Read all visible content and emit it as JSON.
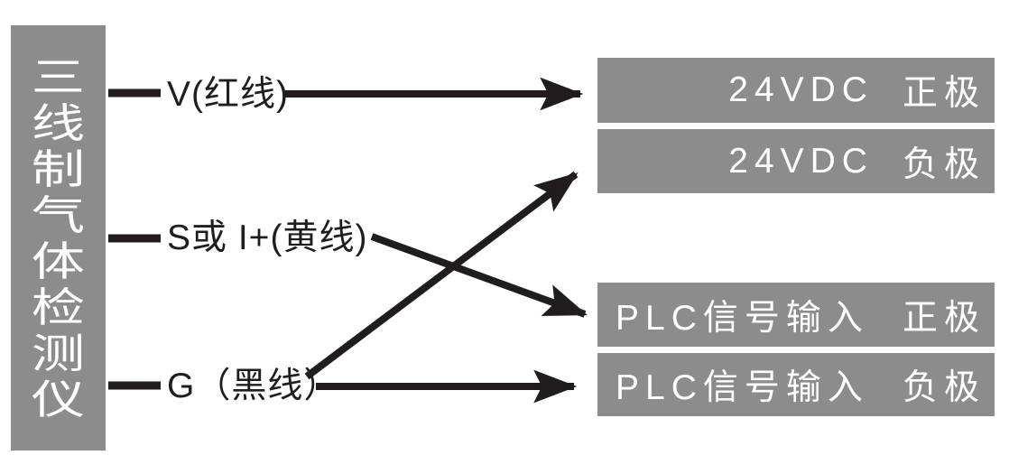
{
  "device": {
    "name": "三线制气体检测仪"
  },
  "wires": [
    {
      "id": "V",
      "label": "V(红线)"
    },
    {
      "id": "S",
      "label": "S或 I+(黄线)"
    },
    {
      "id": "G",
      "label": "G（黑线）"
    }
  ],
  "terminals": [
    {
      "left": "24VDC",
      "right": "正极"
    },
    {
      "left": "24VDC",
      "right": "负极"
    },
    {
      "left": "PLC信号输入",
      "right": "正极"
    },
    {
      "left": "PLC信号输入",
      "right": "负极"
    }
  ],
  "connections": [
    {
      "from": "V(红线)",
      "to": "24VDC 正极"
    },
    {
      "from": "S或 I+(黄线)",
      "to": "PLC信号输入 正极"
    },
    {
      "from": "G（黑线）",
      "to": "24VDC 负极"
    },
    {
      "from": "G（黑线）",
      "to": "PLC信号输入 负极"
    }
  ],
  "colors": {
    "panel_gray": "#8c8c8c",
    "line_black": "#211d1e",
    "text_white": "#ffffff",
    "background": "#ffffff"
  }
}
